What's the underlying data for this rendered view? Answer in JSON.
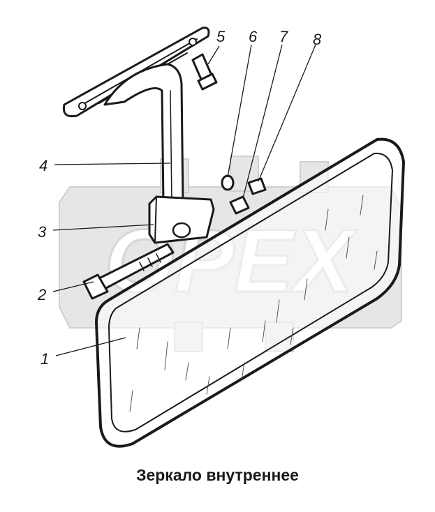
{
  "watermark": {
    "text": "OPEX"
  },
  "callouts": [
    {
      "id": "1",
      "label": "1"
    },
    {
      "id": "2",
      "label": "2"
    },
    {
      "id": "3",
      "label": "3"
    },
    {
      "id": "4",
      "label": "4"
    },
    {
      "id": "5",
      "label": "5"
    },
    {
      "id": "6",
      "label": "6"
    },
    {
      "id": "7",
      "label": "7"
    },
    {
      "id": "8",
      "label": "8"
    }
  ],
  "caption": "Зеркало внутреннее"
}
